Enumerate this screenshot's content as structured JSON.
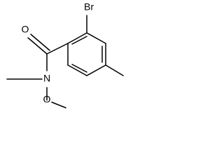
{
  "atoms": {
    "bromine": "Br",
    "carbonyl_oxygen": "O",
    "amide_nitrogen": "N",
    "methoxy_oxygen": "O"
  },
  "colors": {
    "line": "#000000",
    "text": "#000000",
    "background": "#ffffff"
  }
}
